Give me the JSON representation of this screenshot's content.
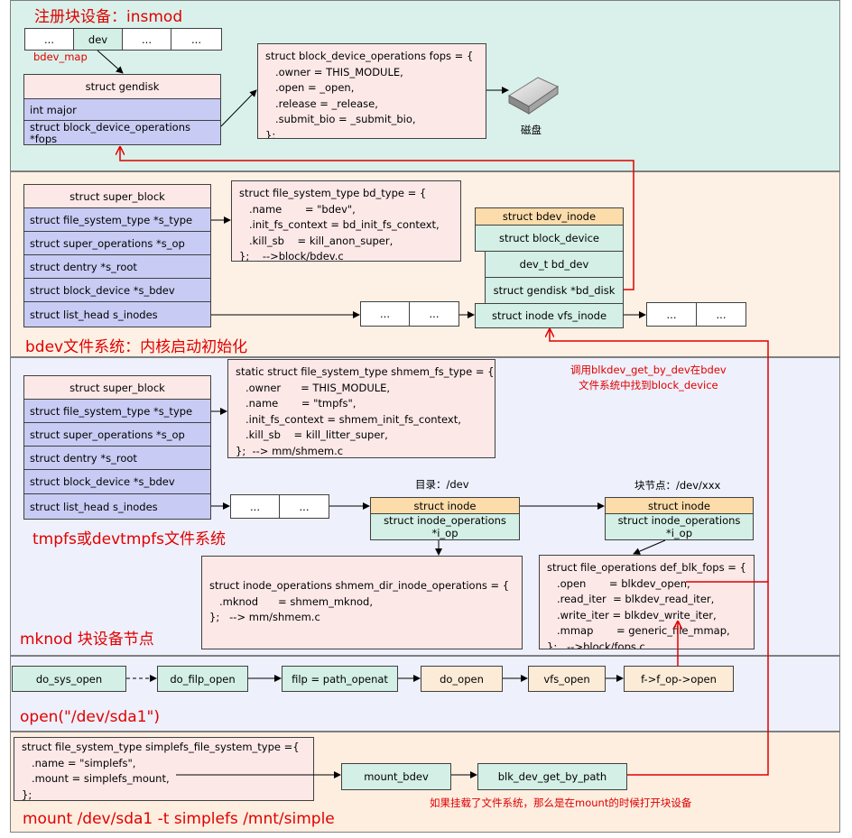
{
  "colors": {
    "insmod_bg": "#d9f1ea",
    "section_bg": "#fdf0e4",
    "tmpfs_bg": "#eef0fb",
    "open_bg": "#eef0fb",
    "mount_bg": "#fdeee0",
    "red": "#e00000"
  },
  "insmod": {
    "title": "注册块设备：insmod",
    "map_cells": [
      "...",
      "dev",
      "...",
      "..."
    ],
    "map_label": "bdev_map",
    "gendisk_header": "struct gendisk",
    "gendisk_major": "int major",
    "gendisk_fops": "struct block_device_operations\n*fops",
    "fops_code": "struct block_device_operations fops = {\n   .owner = THIS_MODULE,\n   .open = _open,\n   .release = _release,\n   .submit_bio = _submit_bio,\n};",
    "disk_icon": "hard-disk-icon",
    "disk_label": "磁盘"
  },
  "bdev": {
    "title": "bdev文件系统：内核启动初始化",
    "sb_header": "struct super_block",
    "sb_fields": [
      "struct file_system_type *s_type",
      "struct super_operations *s_op",
      "struct dentry *s_root",
      "struct block_device *s_bdev",
      "struct list_head s_inodes"
    ],
    "fstype_code": "struct file_system_type bd_type = {\n   .name       = \"bdev\",\n   .init_fs_context = bd_init_fs_context,\n   .kill_sb    = kill_anon_super,\n};    -->block/bdev.c",
    "list_cells": [
      "...",
      "..."
    ],
    "bdev_inode_header": "struct bdev_inode",
    "bdev_inode_block": "struct block_device",
    "bdev_dev": "dev_t bd_dev",
    "bdev_disk": "struct gendisk *bd_disk",
    "vfs_inode": "struct inode vfs_inode",
    "list_cells_right": [
      "...",
      "..."
    ]
  },
  "tmpfs": {
    "title": "tmpfs或devtmpfs文件系统",
    "sb_header": "struct super_block",
    "sb_fields": [
      "struct file_system_type *s_type",
      "struct super_operations *s_op",
      "struct dentry *s_root",
      "struct block_device *s_bdev",
      "struct list_head s_inodes"
    ],
    "fstype_code": "static struct file_system_type shmem_fs_type = {\n   .owner      = THIS_MODULE,\n   .name       = \"tmpfs\",\n   .init_fs_context = shmem_init_fs_context,\n   .kill_sb    = kill_litter_super,\n};  --> mm/shmem.c",
    "lookup_note": "调用blkdev_get_by_dev在bdev\n文件系统中找到block_device",
    "list_cells": [
      "...",
      "..."
    ],
    "dir_label": "目录：/dev",
    "dir_inode_header": "struct inode",
    "dir_inode_ops": "struct inode_operations\n*i_op",
    "node_label": "块节点：/dev/xxx",
    "node_inode_header": "struct inode",
    "node_inode_ops": "struct inode_operations\n*i_op",
    "dir_ops_code": "struct inode_operations shmem_dir_inode_operations = {\n   .mknod      = shmem_mknod,\n};   --> mm/shmem.c",
    "blk_fops_code": "struct file_operations def_blk_fops = {\n   .open       = blkdev_open,\n   .read_iter  = blkdev_read_iter,\n   .write_iter = blkdev_write_iter,\n   .mmap       = generic_file_mmap,\n};   -->block/fops.c",
    "mknod_title": "mknod 块设备节点"
  },
  "open": {
    "title": "open(\"/dev/sda1\")",
    "steps": [
      "do_sys_open",
      "do_filp_open",
      "filp = path_openat",
      "do_open",
      "vfs_open",
      "f->f_op->open"
    ]
  },
  "mount": {
    "title": "mount /dev/sda1 -t simplefs /mnt/simple",
    "fstype_code": "struct file_system_type simplefs_file_system_type ={\n   .name = \"simplefs\",\n   .mount = simplefs_mount,\n};",
    "mount_bdev": "mount_bdev",
    "blk_get": "blk_dev_get_by_path",
    "note": "如果挂载了文件系统，那么是在mount的时候打开块设备"
  }
}
